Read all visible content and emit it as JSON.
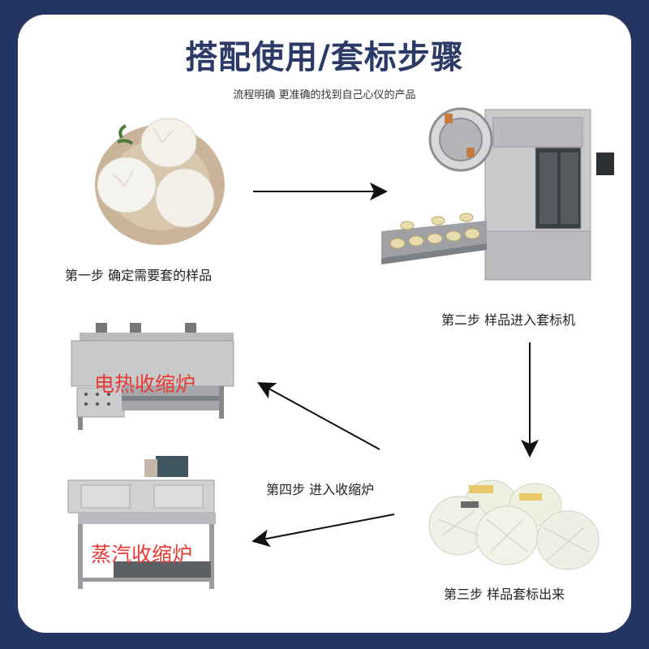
{
  "header": {
    "title": "搭配使用/套标步骤",
    "subtitle": "流程明确 更准确的找到自己心仪的产品"
  },
  "steps": [
    {
      "label": "第一步 确定需要套的样品",
      "image": "coconut-samples-image"
    },
    {
      "label": "第二步 样品进入套标机",
      "image": "sleeve-labeling-machine-image"
    },
    {
      "label": "第三步 样品套标出来",
      "image": "labeled-coconuts-image"
    },
    {
      "label": "第四步 进入收缩炉",
      "image": ""
    }
  ],
  "machines": {
    "electric": {
      "label": "电热收缩炉"
    },
    "steam": {
      "label": "蒸汽收缩炉"
    }
  },
  "colors": {
    "background": "#253561",
    "title": "#2b3a66",
    "overlay_text": "#e83a32"
  }
}
